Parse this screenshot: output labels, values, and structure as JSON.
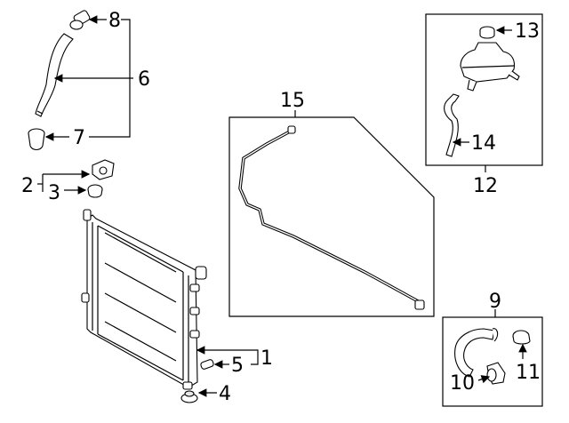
{
  "callouts": {
    "c1": "1",
    "c2": "2",
    "c3": "3",
    "c4": "4",
    "c5": "5",
    "c6": "6",
    "c7": "7",
    "c8": "8",
    "c9": "9",
    "c10": "10",
    "c11": "11",
    "c12": "12",
    "c13": "13",
    "c14": "14",
    "c15": "15"
  }
}
